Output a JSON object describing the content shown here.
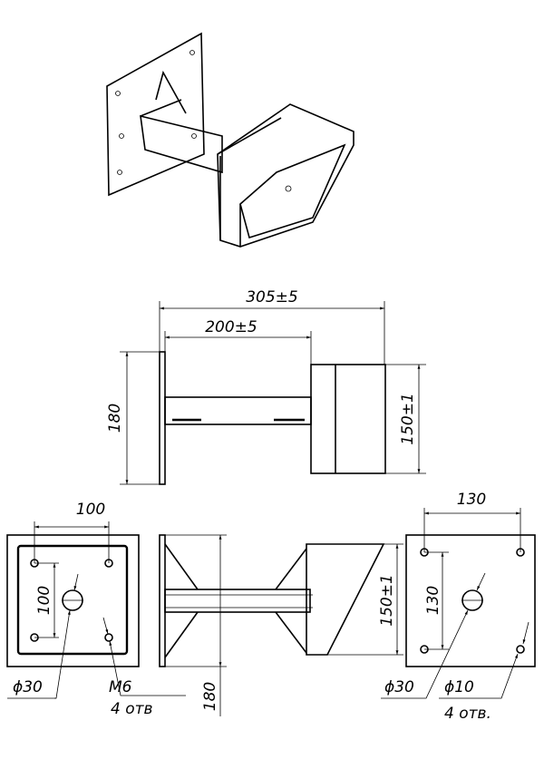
{
  "side_view": {
    "overall_length": "305±5",
    "beam_length": "200±5",
    "plate_height": "180",
    "box_height": "150±1"
  },
  "front_plate_view": {
    "hole_spacing_h": "100",
    "hole_spacing_v": "100",
    "center_hole": "ϕ30",
    "thread": "M6",
    "hole_count": "4 отв"
  },
  "top_view": {
    "plate_height": "180",
    "box_height": "150±1"
  },
  "rear_plate_view": {
    "hole_spacing_h": "130",
    "hole_spacing_v": "130",
    "center_hole": "ϕ30",
    "small_hole": "ϕ10",
    "hole_count": "4 отв."
  }
}
